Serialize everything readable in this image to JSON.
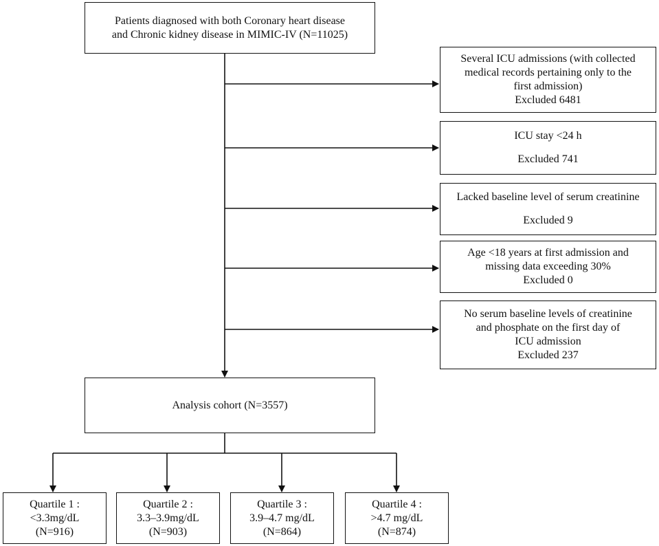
{
  "source_box": {
    "line1": "Patients diagnosed with both Coronary heart disease",
    "line2": "and Chronic kidney disease in MIMIC-IV  (N=11025)"
  },
  "exclusions": [
    {
      "lines": [
        "Several ICU admissions (with collected",
        "medical records pertaining only to the",
        "first admission)"
      ],
      "excluded": "Excluded 6481"
    },
    {
      "lines": [
        "ICU stay <24 h"
      ],
      "excluded": "Excluded 741"
    },
    {
      "lines": [
        "Lacked baseline level of serum creatinine"
      ],
      "excluded": "Excluded 9"
    },
    {
      "lines": [
        "Age <18 years at first admission and",
        "missing data exceeding 30%"
      ],
      "excluded": "Excluded 0"
    },
    {
      "lines": [
        "No serum baseline levels of creatinine",
        "and phosphate on the first day of",
        "ICU admission"
      ],
      "excluded": "Excluded 237"
    }
  ],
  "cohort_box": {
    "label": "Analysis cohort (N=3557)"
  },
  "quartiles": [
    {
      "title": "Quartile 1 :",
      "range": "<3.3mg/dL",
      "n": "(N=916)"
    },
    {
      "title": "Quartile 2 :",
      "range": "3.3–3.9mg/dL",
      "n": "(N=903)"
    },
    {
      "title": "Quartile 3 :",
      "range": "3.9–4.7 mg/dL",
      "n": "(N=864)"
    },
    {
      "title": "Quartile 4 :",
      "range": ">4.7 mg/dL",
      "n": "(N=874)"
    }
  ]
}
